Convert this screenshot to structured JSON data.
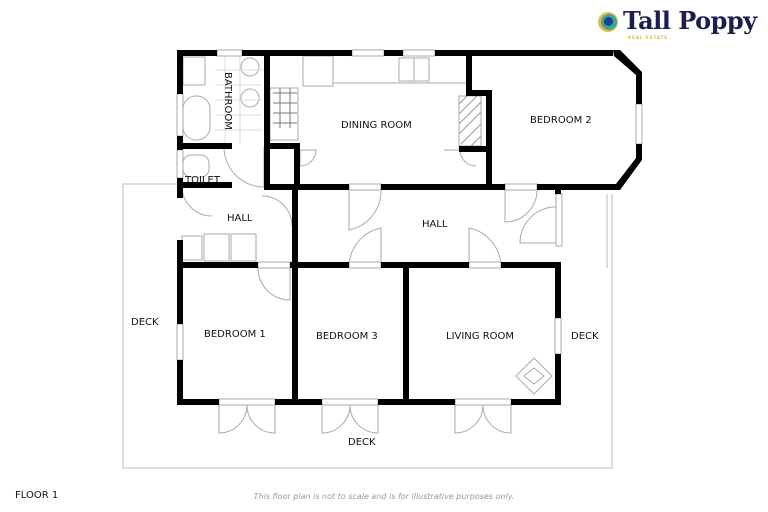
{
  "brand": {
    "name": "Tall Poppy",
    "tagline": "REAL ESTATE",
    "colors": {
      "text": "#1c1f4d",
      "accent_gold": "#e9b949",
      "accent_teal": "#3aa59a",
      "accent_blue": "#1d3f8f"
    }
  },
  "plan": {
    "rooms": [
      {
        "id": "bathroom",
        "label": "BATHROOM"
      },
      {
        "id": "toilet",
        "label": "TOILET"
      },
      {
        "id": "dining-room",
        "label": "DINING ROOM"
      },
      {
        "id": "bedroom-2",
        "label": "BEDROOM 2"
      },
      {
        "id": "hall-west",
        "label": "HALL"
      },
      {
        "id": "hall-east",
        "label": "HALL"
      },
      {
        "id": "bedroom-1",
        "label": "BEDROOM 1"
      },
      {
        "id": "bedroom-3",
        "label": "BEDROOM 3"
      },
      {
        "id": "living-room",
        "label": "LIVING ROOM"
      },
      {
        "id": "deck-west",
        "label": "DECK"
      },
      {
        "id": "deck-east",
        "label": "DECK"
      },
      {
        "id": "deck-south",
        "label": "DECK"
      }
    ]
  },
  "footer": {
    "floor_label": "FLOOR 1",
    "disclaimer": "This floor plan is not to scale and is for illustrative purposes only."
  }
}
